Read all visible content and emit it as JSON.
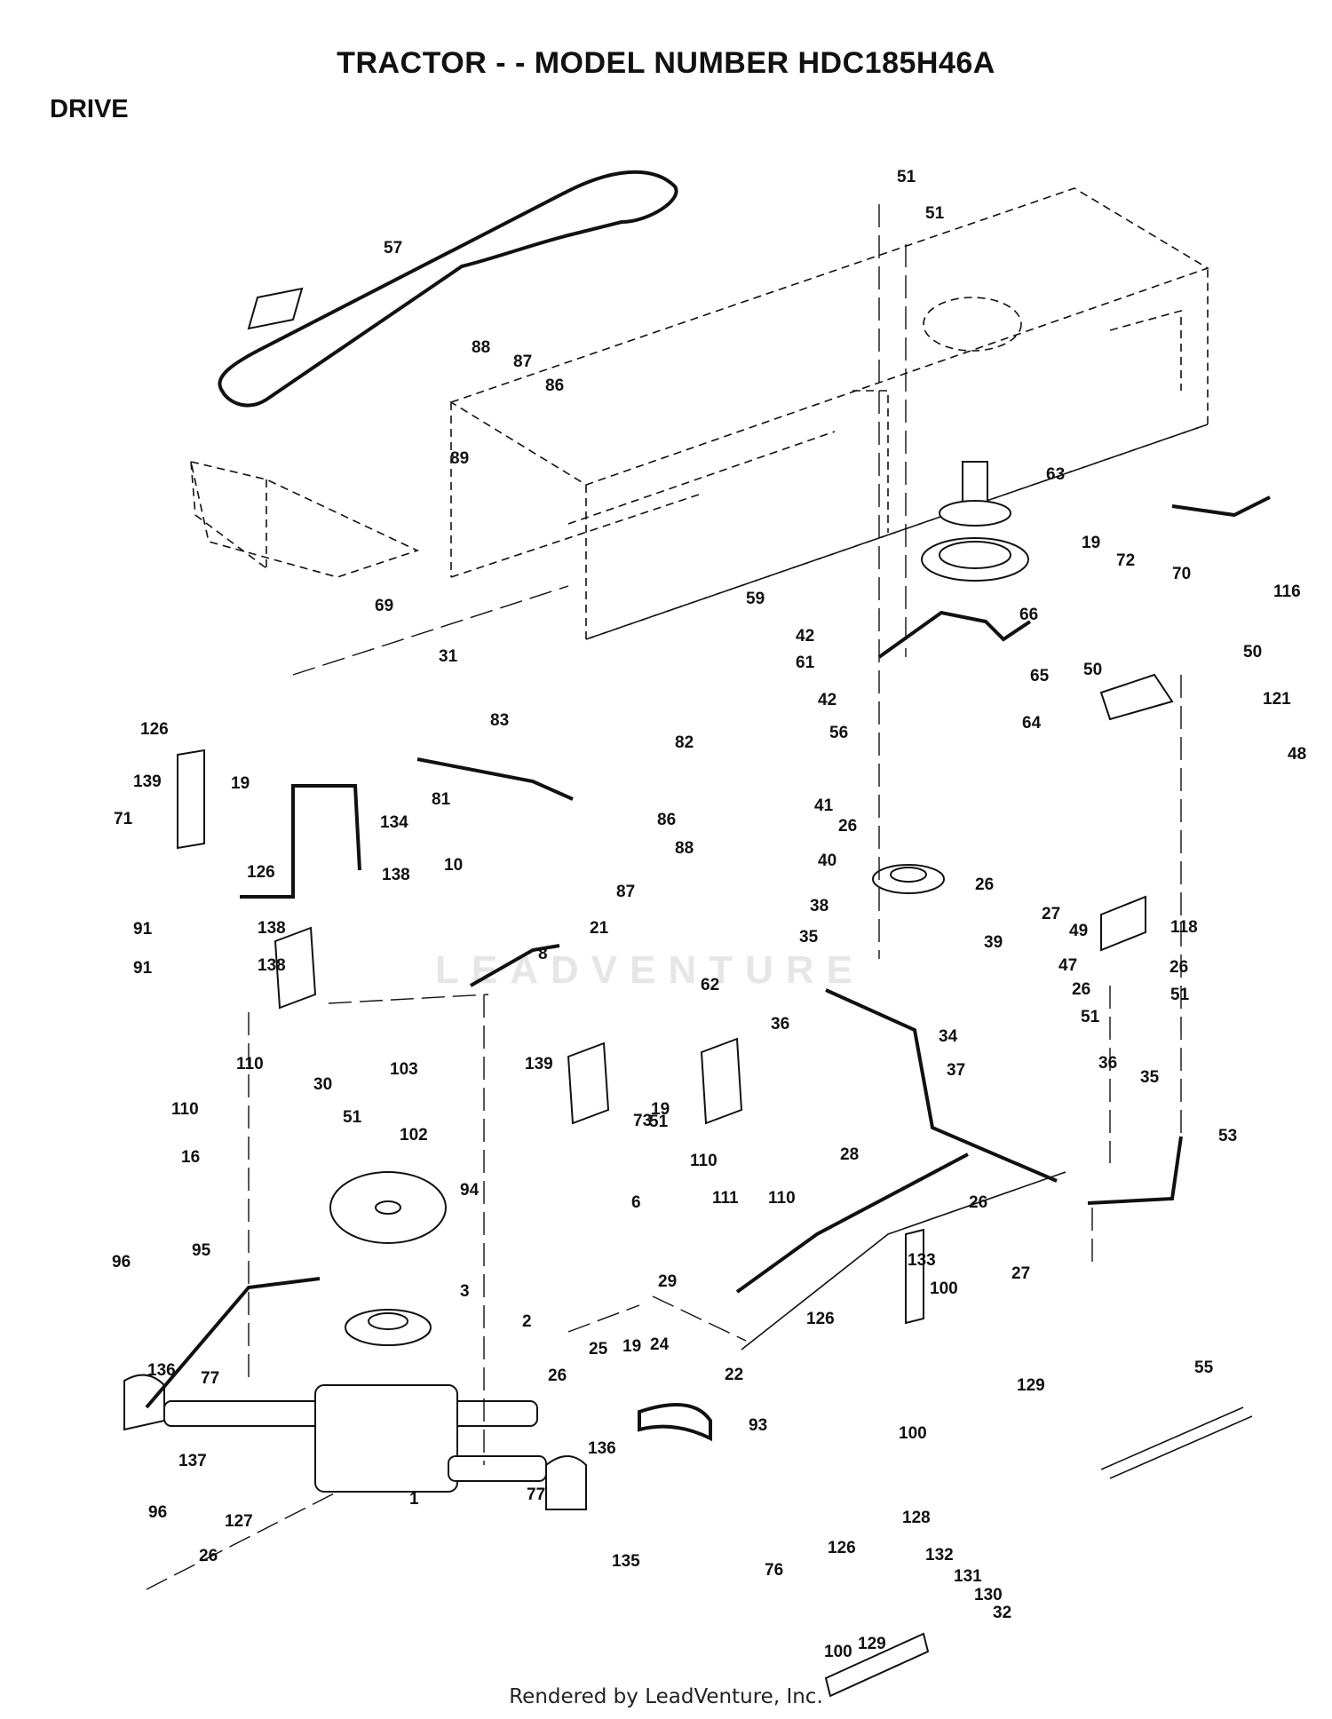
{
  "header": {
    "title": "TRACTOR - - MODEL NUMBER HDC185H46A",
    "section": "DRIVE"
  },
  "watermark": "LEADVENTURE",
  "footer": "Rendered by LeadVenture, Inc.",
  "callouts": [
    "51",
    "51",
    "57",
    "88",
    "87",
    "86",
    "89",
    "63",
    "19",
    "72",
    "70",
    "116",
    "69",
    "31",
    "59",
    "42",
    "61",
    "66",
    "42",
    "65",
    "56",
    "64",
    "50",
    "50",
    "121",
    "48",
    "126",
    "139",
    "19",
    "71",
    "134",
    "126",
    "138",
    "138",
    "91",
    "138",
    "91",
    "83",
    "82",
    "81",
    "86",
    "88",
    "87",
    "10",
    "21",
    "8",
    "41",
    "26",
    "40",
    "38",
    "26",
    "39",
    "27",
    "118",
    "26",
    "51",
    "49",
    "47",
    "26",
    "51",
    "35",
    "62",
    "36",
    "34",
    "37",
    "36",
    "35",
    "110",
    "30",
    "51",
    "110",
    "16",
    "103",
    "102",
    "94",
    "139",
    "19",
    "73",
    "6",
    "51",
    "110",
    "111",
    "110",
    "53",
    "28",
    "26",
    "27",
    "29",
    "96",
    "95",
    "3",
    "136",
    "77",
    "2",
    "24",
    "19",
    "25",
    "26",
    "22",
    "133",
    "126",
    "100",
    "129",
    "100",
    "55",
    "93",
    "137",
    "127",
    "77",
    "136",
    "1",
    "96",
    "26",
    "135",
    "76",
    "128",
    "126",
    "132",
    "131",
    "130",
    "32",
    "100",
    "129"
  ]
}
